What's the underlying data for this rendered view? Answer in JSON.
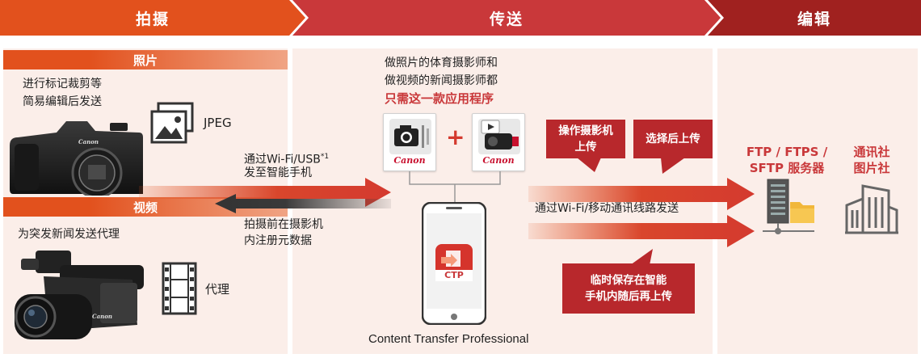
{
  "headers": {
    "capture": "拍摄",
    "transfer": "传送",
    "edit": "编辑"
  },
  "capture": {
    "photo_label": "照片",
    "photo_desc_1": "进行标记裁剪等",
    "photo_desc_2": "简易编辑后发送",
    "jpeg_label": "JPEG",
    "video_label": "视频",
    "video_desc": "为突发新闻发送代理",
    "proxy_label": "代理"
  },
  "transfer": {
    "intro_1": "做照片的体育摄影师和",
    "intro_2": "做视频的新闻摄影师都",
    "intro_highlight": "只需这一款应用程序",
    "wifi_usb_1": "通过Wi-Fi/USB",
    "wifi_usb_sup": "*1",
    "wifi_usb_2": "发至智能手机",
    "metadata_1": "拍摄前在摄影机",
    "metadata_2": "内注册元数据",
    "plus": "+",
    "brand": "Canon",
    "ctp_icon_text": "CTP",
    "app_name": "Content Transfer Professional",
    "callout_camera_1": "操作摄影机",
    "callout_camera_2": "上传",
    "callout_select": "选择后上传",
    "network_send": "通过Wi-Fi/移动通讯线路发送",
    "callout_store_1": "临时保存在智能",
    "callout_store_2": "手机内随后再上传"
  },
  "edit": {
    "server_1": "FTP / FTPS /",
    "server_2": "SFTP 服务器",
    "agency_1": "通讯社",
    "agency_2": "图片社"
  },
  "colors": {
    "capture": "#e2511d",
    "transfer": "#c9383a",
    "edit": "#a0211f",
    "accent_red": "#c9383a",
    "panel_bg": "#fbeee9"
  }
}
